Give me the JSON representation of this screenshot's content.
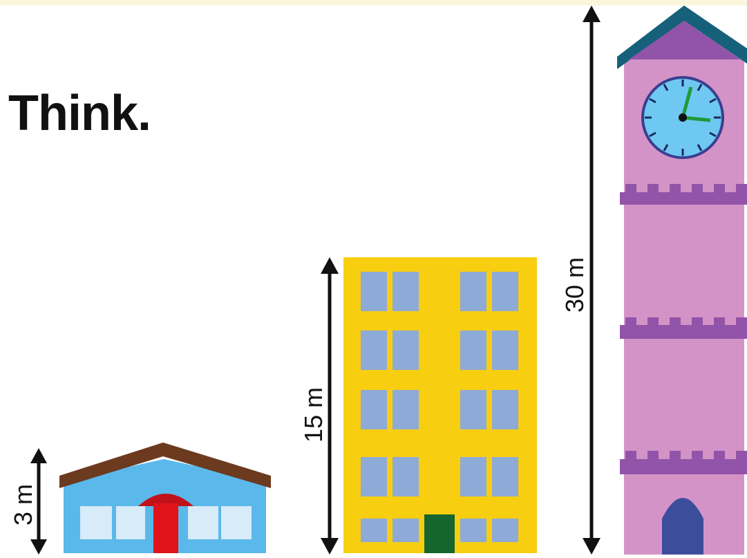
{
  "title": "Think.",
  "buildings": [
    {
      "name": "house",
      "height_label": "3 m",
      "color": "#5bb8ea",
      "roof_color": "#6b3a1f",
      "door_color": "#e0131b"
    },
    {
      "name": "apartment-block",
      "height_label": "15 m",
      "color": "#f7ce10",
      "window_color": "#8eaad6",
      "door_color": "#15652f"
    },
    {
      "name": "clock-tower",
      "height_label": "30 m",
      "color": "#d493c7",
      "roof_color": "#16607a",
      "band_color": "#9254a8",
      "clock_color": "#6ec8f2",
      "door_color": "#3c4d9c"
    }
  ],
  "icons": [
    "double-arrow-icon",
    "clock-icon"
  ]
}
